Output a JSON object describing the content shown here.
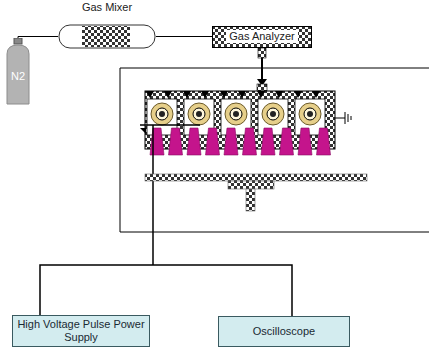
{
  "diagram": {
    "nodes": [
      {
        "text": [
          "N2"
        ]
      },
      {
        "text": [
          "Gas Mixer"
        ]
      },
      {
        "text": [
          "Gas Analyzer"
        ]
      },
      {
        "text": [
          "High Voltage Pulse Power Supply"
        ]
      },
      {
        "text": [
          "Oscilloscope"
        ]
      }
    ],
    "edges": [
      {
        "from": 0,
        "to": 1,
        "arrow": "none"
      },
      {
        "from": 1,
        "to": 2,
        "arrow": "none"
      },
      {
        "from": 3,
        "to": 4,
        "arrow": "none"
      }
    ]
  }
}
